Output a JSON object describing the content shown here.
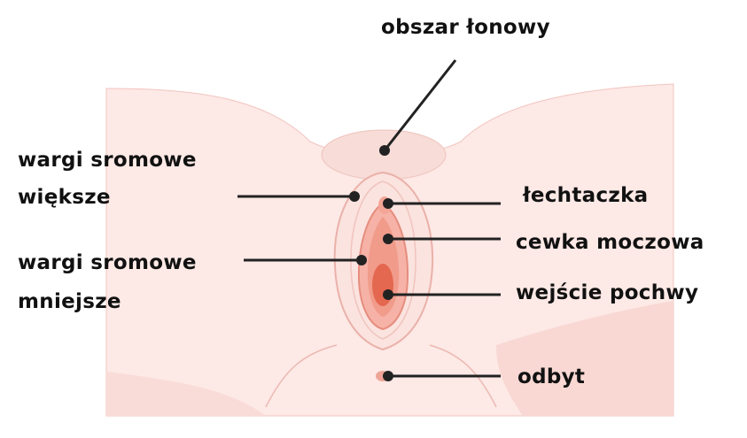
{
  "labels": {
    "pubic_area": "obszar łonowy",
    "labia_majora_line1": "wargi sromowe",
    "labia_majora_line2": "większe",
    "clitoris": "łechtaczka",
    "urethra": "cewka moczowa",
    "labia_minora_line1": "wargi sromowe",
    "labia_minora_line2": "mniejsze",
    "vaginal_opening": "wejście pochwy",
    "anus": "odbyt"
  },
  "colors": {
    "skin": "#fde9e6",
    "skin_shade": "#f7d2cc",
    "outline": "#e8a79f",
    "inner_pink": "#f4a293",
    "inner_deep": "#e4674f",
    "leader": "#222222",
    "text": "#111111"
  }
}
